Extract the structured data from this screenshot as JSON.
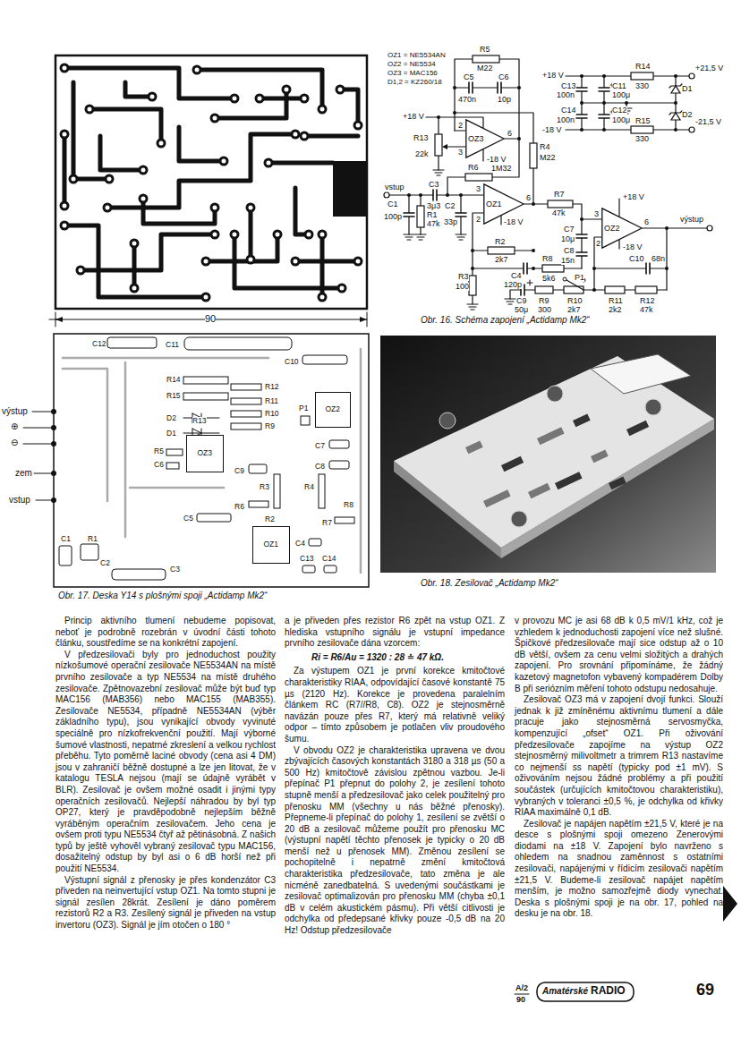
{
  "diagram": {
    "nodes": [
      {
        "text": [
          "OZ3"
        ]
      },
      {
        "text": [
          "OZ1"
        ]
      },
      {
        "text": [
          "OZ2"
        ]
      },
      {
        "text": [
          "OZ3"
        ]
      },
      {
        "text": [
          "OZ2"
        ]
      },
      {
        "text": [
          "OZ1"
        ]
      }
    ],
    "labels": [
      "OZ1 = NE5534AN",
      "OZ2 = NE5534",
      "OZ3 = MAC156",
      "D1,2 = KZ260/18",
      "R5",
      "M22",
      "C5",
      "470n",
      "C6",
      "10p",
      "+18 V",
      "R13",
      "22k",
      "2",
      "3",
      "6",
      "-18 V",
      "R6",
      "1M32",
      "vstup",
      "C3",
      "3μ3",
      "C1",
      "100p",
      "R1",
      "47k",
      "C2",
      "33p",
      "3",
      "2",
      "6",
      "-18 V",
      "R4",
      "M22",
      "R2",
      "2k7",
      "R3",
      "100",
      "C4",
      "120p",
      "R7",
      "47k",
      "C7",
      "10μ",
      "C8",
      "15n",
      "R8",
      "5k6",
      "P1",
      "3",
      "2",
      "6",
      "+18 V",
      "-18 V",
      "výstup",
      "C10",
      "68n",
      "C9",
      "R9",
      "R10",
      "R11",
      "R12",
      "50μ",
      "300",
      "2k7",
      "2k2",
      "47k",
      "+18 V",
      "C13",
      "100n",
      "C11",
      "100μ",
      "R14",
      "330",
      "D1",
      "+21,5 V",
      "-18 V",
      "C14",
      "100n",
      "C12",
      "100μ",
      "R15",
      "330",
      "D2",
      "-21,5 V",
      "Obr. 16. Schéma zapojení „Actidamp Mk2“",
      "90",
      "C12",
      "C11",
      "R14",
      "R15",
      "D2",
      "D1",
      "R13",
      "R5",
      "C6",
      "C10",
      "R12",
      "R11",
      "R10",
      "R9",
      "P1",
      "C7",
      "C9",
      "C8",
      "R3",
      "R4",
      "R8",
      "R6",
      "C5",
      "R2",
      "R7",
      "C4",
      "C13",
      "C14",
      "C1",
      "R1",
      "C2",
      "C3",
      "výstup",
      "⊕",
      "⊖",
      "zem",
      "vstup",
      "Obr. 17. Deska Y14 s plošnými spoji „Actidamp Mk2“",
      "Obr. 18. Zesilovač „Actidamp Mk2“",
      "Princip aktivního tlumení nebudeme popisovat, neboť je podrobně rozebrán v úvodní části tohoto článku, soustředíme se na konkrétní zapojení.",
      "V předzesilovači byly pro jednoduchost použity nízkošumové operační zesilovače NE5534AN na místě prvního zesilovače a typ NE5534 na místě druhého zesilovače. Zpětnovazební zesilovač může být buď typ MAC156 (MAB356) nebo MAC155 (MAB355). Zesilovače NE5534, případně NE5534AN (výběr základního typu), jsou vynikající obvody vyvinuté speciálně pro nízkofrekvenční použití. Mají výborné šumové vlastnosti, nepatrné zkreslení a velkou rychlost přeběhu. Tyto poměrně laciné obvody (cena asi 4 DM) jsou v zahraničí běžně dostupné a lze jen litovat, že v katalogu TESLA nejsou (mají se údajně vyrábět v BLR). Zesilovač je ovšem možné osadit i jinými typy operačních zesilovačů. Nejlepší náhradou by byl typ OP27, který je pravděpodobně nejlepším běžně vyráběným operačním zesilovačem. Jeho cena je ovšem proti typu NE5534 čtyř až pětinásobná. Z našich typů by ještě vyhověl vybraný zesilovač typu MAC156, dosažitelný odstup by byl asi o 6 dB horší než při použití NE5534.",
      "Výstupní signál z přenosky je přes kondenzátor C3 přiveden na neinvertující vstup OZ1. Na tomto stupni je signál zesílen 28krát. Zesílení je dáno poměrem rezistorů R2 a R3. Zesílený signál je přiveden na vstup invertoru (OZ3). Signál je jím otočen o 180 °",
      "a je přiveden přes rezistor R6 zpět na vstup OZ1. Z hlediska vstupního signálu je vstupní impedance prvního zesilovače dána vzorcem:",
      "Ri = R6/Au = 1320 : 28 ≐ 47 kΩ.",
      "Za výstupem OZ1 je první korekce kmitočtové charakteristiky RIAA, odpovídající časové konstantě 75 µs (2120 Hz). Korekce je provedena paralelním článkem RC (R7//R8, C8). OZ2 je stejnosměrně navázán pouze přes R7, který má relativně veliký odpor – tímto způsobem je potlačen vliv proudového šumu.",
      "V obvodu OZ2 je charakteristika upravena ve dvou zbývajících časových konstantách 3180 a 318 µs (50 a 500 Hz) kmitočtově závislou zpětnou vazbou. Je-li přepínač P1 přepnut do polohy 2, je zesílení tohoto stupně menší a předzesilovač jako celek použitelný pro přenosku MM (všechny u nás běžné přenosky). Přepneme-li přepínač do polohy 1, zesílení se zvětší o 20 dB a zesilovač můžeme použít pro přenosku MC (výstupní napětí těchto přenosek je typicky o 20 dB menší než u přenosek MM). Změnou zesílení se pochopitelně i nepatrně změní kmitočtová charakteristika předzesilovače, tato změna je ale nicméně zanedbatelná. S uvedenými součástkami je zesilovač optimalizován pro přenosku MM (chyba ±0,1 dB v celém akustickém pásmu). Při větší citlivosti je odchylka od předepsané křivky pouze -0,5 dB na 20 Hz! Odstup předzesilovače",
      "v provozu MC je asi 68 dB k 0,5 mV/1 kHz, což je vzhledem k jednoduchosti zapojení více než slušné. Špičkové předzesilovače mají sice odstup až o 10 dB větší, ovšem za cenu velmi složitých a drahých zapojení. Pro srovnání připomínáme, že žádný kazetový magnetofon vybavený kompadérem Dolby B při seriózním měření tohoto odstupu nedosahuje.",
      "Zesilovač OZ3 má v zapojení dvojí funkci. Slouží jednak k již zmíněnému aktivnímu tlumení a dále pracuje jako stejnosměrná servosmyčka, kompenzující „ofset“ OZ1. Při oživování předzesilovače zapojíme na výstup OZ2 stejnosměrný milivoltmetr a trimrem R13 nastavíme co nejmenší ss napětí (typicky pod ±1 mV). S oživováním nejsou žádné problémy a při použití součástek (určujících kmitočtovou charakteristiku), vybraných v toleranci ±0,5 %, je odchylka od křivky RIAA maximálně 0,1 dB.",
      "Zesilovač je napájen napětím ±21,5 V, které je na desce s plošnými spoji omezeno Zenerovými diodami na ±18 V. Zapojení bylo navrženo s ohledem na snadnou zaměnnost s ostatními zesilovači, napájenými v řídicím zesilovači napětím ±21,5 V. Budeme-li zesilovač napájet napětím menším, je možno samozřejmě diody vynechat. Deska s plošnými spoji je na obr. 17, pohled na desku je na obr. 18.",
      "A/2",
      "90",
      "Amatérské",
      "RADIO",
      "69"
    ]
  }
}
